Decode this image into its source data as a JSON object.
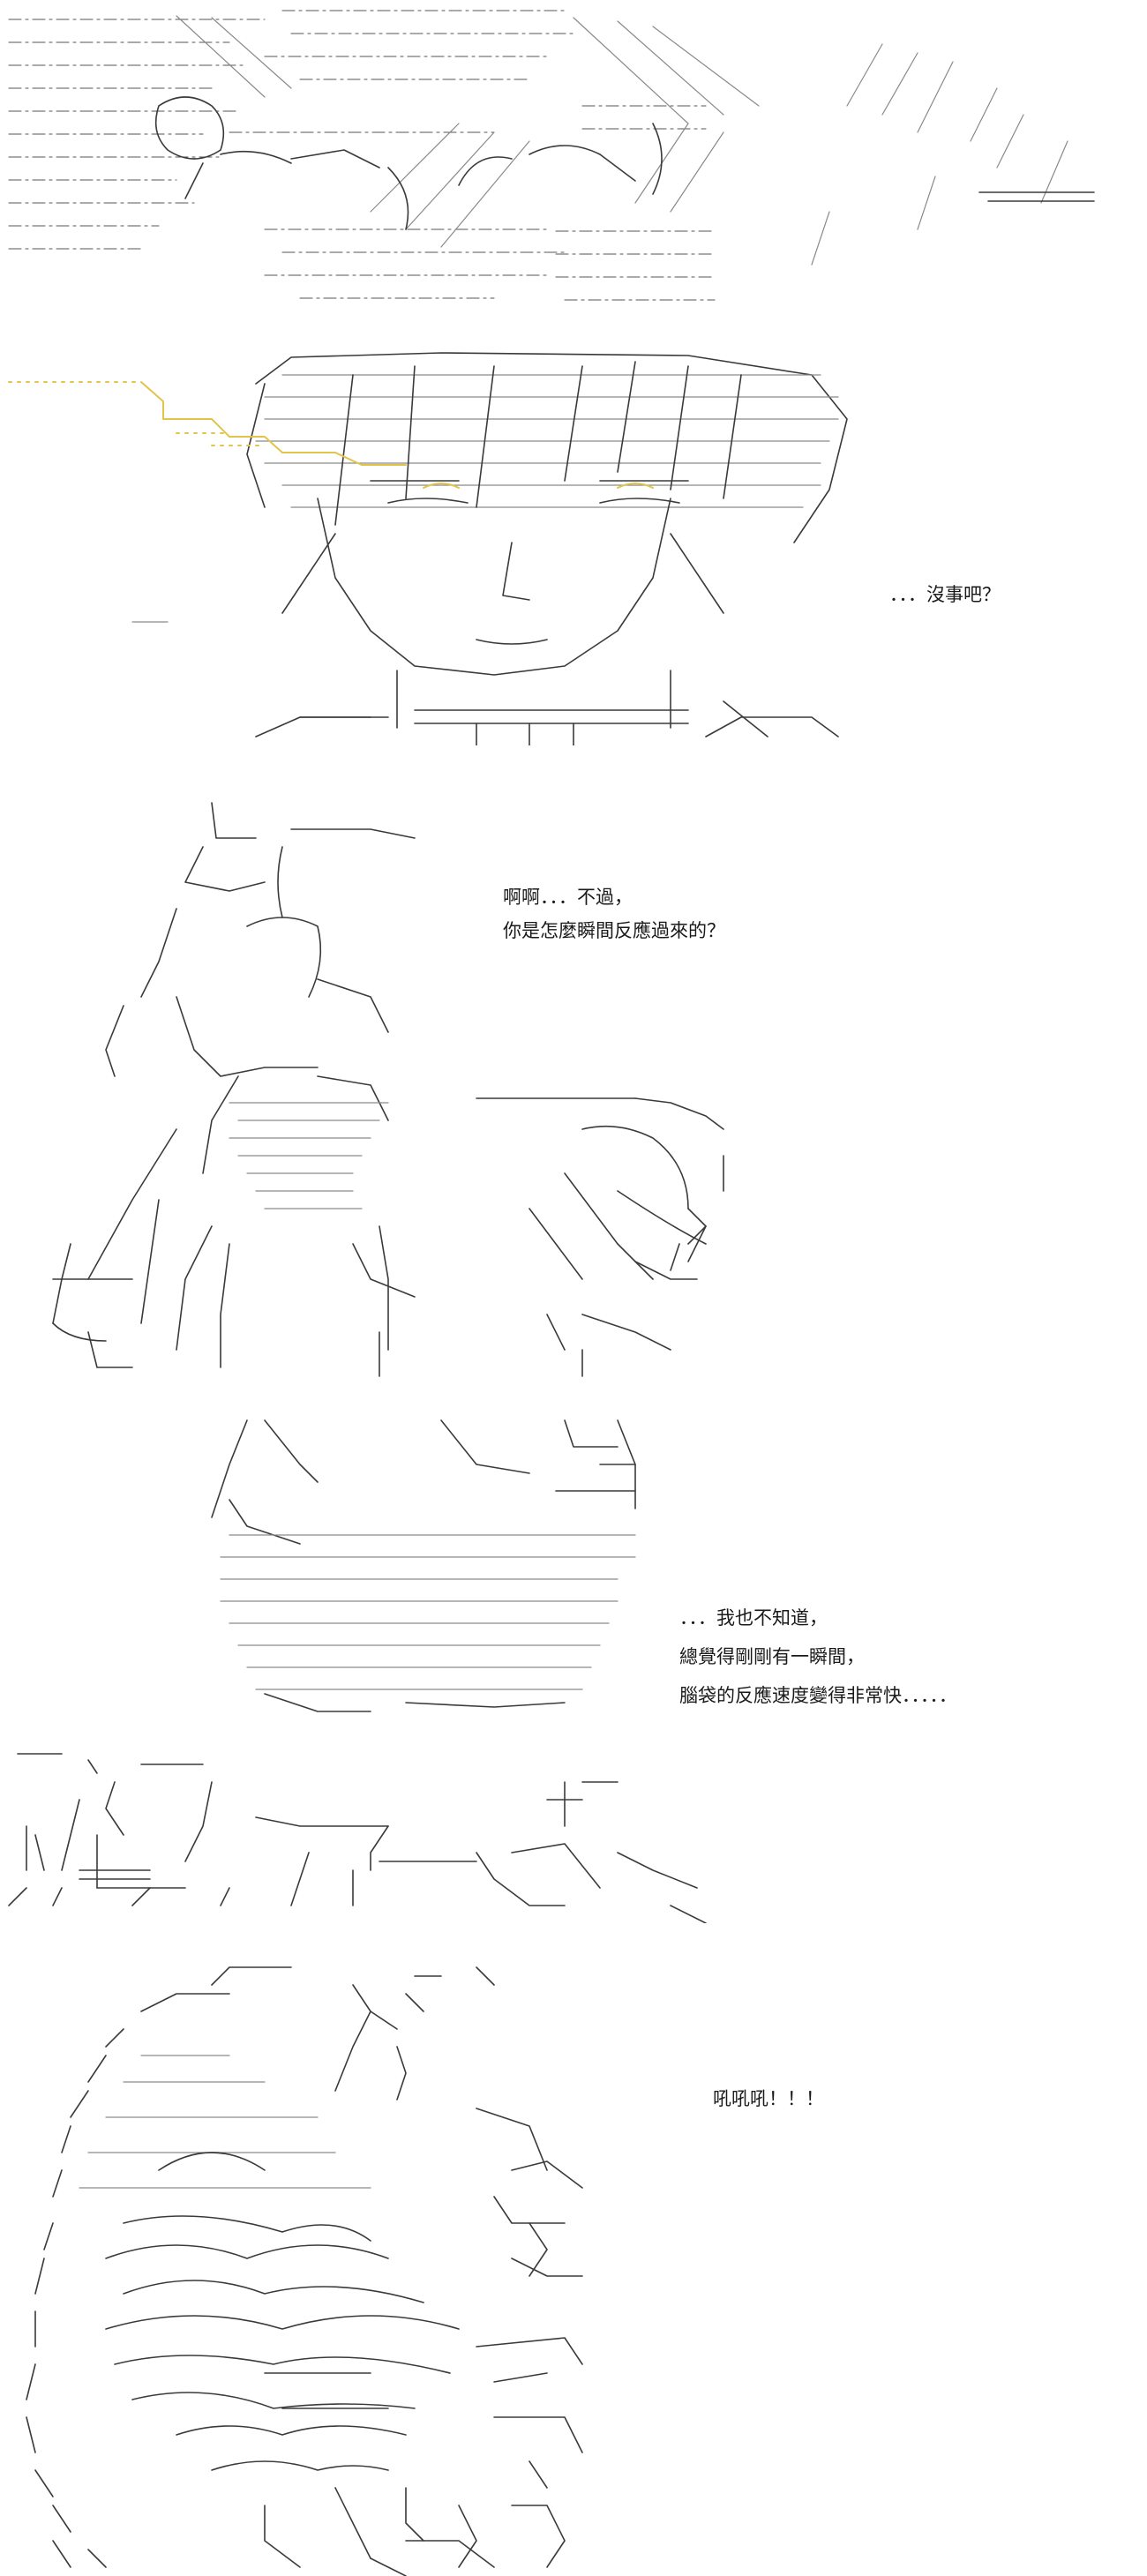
{
  "colors": {
    "background": "#ffffff",
    "ink": "#3a3a3a",
    "accent": "#e3c44a"
  },
  "panels": [
    {
      "id": "panel-1",
      "dialogue": []
    },
    {
      "id": "panel-2",
      "dialogue": [
        "．．．沒事吧？"
      ]
    },
    {
      "id": "panel-3",
      "dialogue": [
        "啊啊．．．不過，",
        "你是怎麼瞬間反應過來的？"
      ]
    },
    {
      "id": "panel-4",
      "dialogue": [
        "．．．我也不知道，",
        "總覺得剛剛有一瞬間，",
        "腦袋的反應速度變得非常快．．．．．"
      ]
    },
    {
      "id": "panel-5",
      "dialogue": [
        "吼吼吼！！！"
      ]
    }
  ]
}
